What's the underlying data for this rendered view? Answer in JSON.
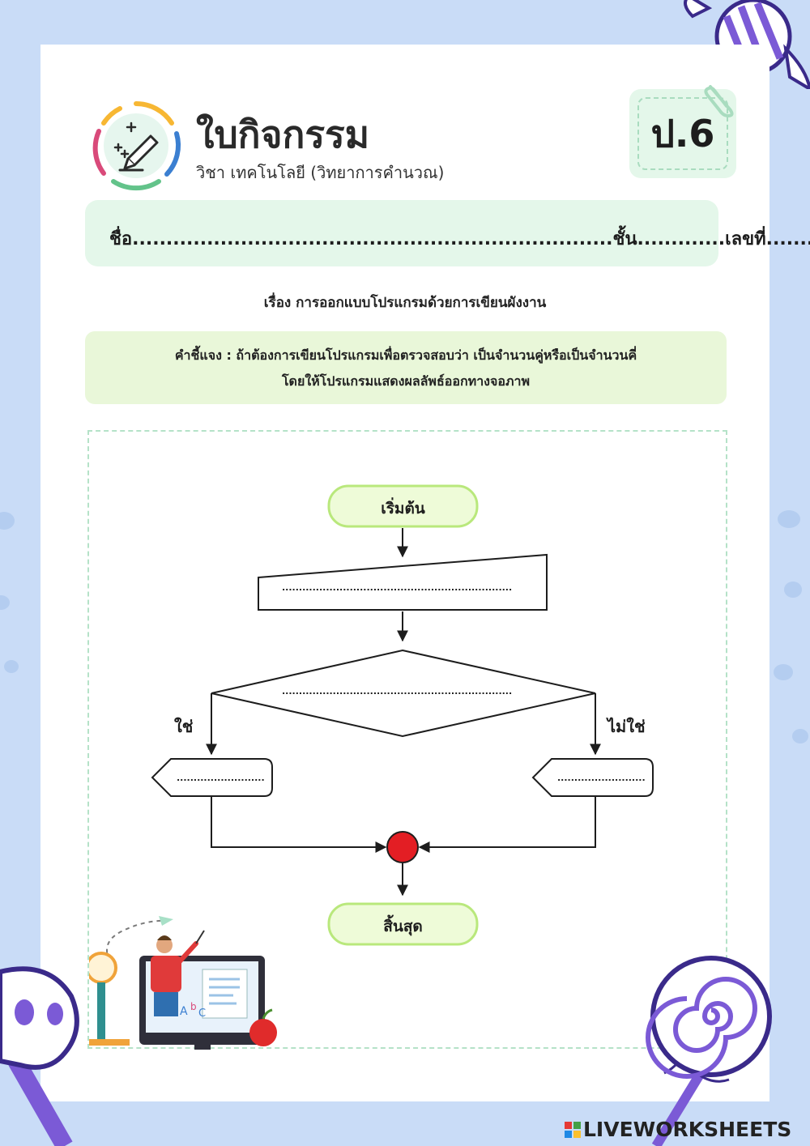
{
  "header": {
    "title": "ใบกิจกรรม",
    "subtitle": "วิชา เทคโนโลยี (วิทยาการคำนวณ)",
    "grade": "ป.6"
  },
  "student_info": {
    "line": "ชื่อ.......................................................................ชั้น.............เลขที่............"
  },
  "topic": "เรื่อง  การออกแบบโปรแกรมด้วยการเขียนผังงาน",
  "instructions": {
    "line1": "คำชี้แจง : ถ้าต้องการเขียนโปรแกรมเพื่อตรวจสอบว่า เป็นจำนวนคู่หรือเป็นจำนวนคี่",
    "line2": "โดยให้โปรแกรมแสดงผลลัพธ์ออกทางจอภาพ"
  },
  "flowchart": {
    "start": "เริ่มต้น",
    "input_blank": "....................................................................",
    "decision_blank": "....................................................................",
    "yes_label": "ใช่",
    "no_label": "ไม่ใช่",
    "yes_output_blank": "..........................",
    "no_output_blank": "..........................",
    "end": "สิ้นสุด"
  },
  "watermark": {
    "text": "LIVEWORKSHEETS"
  },
  "colors": {
    "page_background": "#c9dcf7",
    "mint_panel": "#e4f7ea",
    "green_panel": "#e9f7d9",
    "terminal_fill": "#eefbd8",
    "terminal_border": "#b9e87c",
    "connector": "#e31e24",
    "candy_purple": "#7b5ad6"
  }
}
